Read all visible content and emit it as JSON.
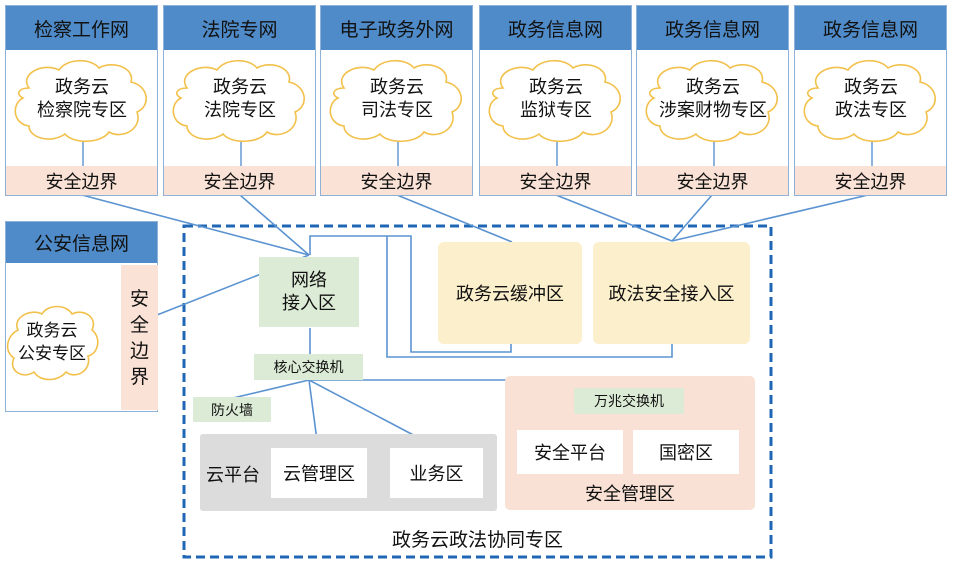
{
  "networks": [
    {
      "title": "检察工作网",
      "cloud_line1": "政务云",
      "cloud_line2": "检察院专区",
      "boundary": "安全边界"
    },
    {
      "title": "法院专网",
      "cloud_line1": "政务云",
      "cloud_line2": "法院专区",
      "boundary": "安全边界"
    },
    {
      "title": "电子政务外网",
      "cloud_line1": "政务云",
      "cloud_line2": "司法专区",
      "boundary": "安全边界"
    },
    {
      "title": "政务信息网",
      "cloud_line1": "政务云",
      "cloud_line2": "监狱专区",
      "boundary": "安全边界"
    },
    {
      "title": "政务信息网",
      "cloud_line1": "政务云",
      "cloud_line2": "涉案财物专区",
      "boundary": "安全边界"
    },
    {
      "title": "政务信息网",
      "cloud_line1": "政务云",
      "cloud_line2": "政法专区",
      "boundary": "安全边界"
    }
  ],
  "police_network": {
    "title": "公安信息网",
    "cloud_line1": "政务云",
    "cloud_line2": "公安专区",
    "boundary": [
      "安",
      "全",
      "边",
      "界"
    ]
  },
  "zone": {
    "title": "政务云政法协同专区",
    "network_access": [
      "网络",
      "接入区"
    ],
    "core_switch": "核心交换机",
    "firewall": "防火墙",
    "buffer_zone": "政务云缓冲区",
    "legal_access": "政法安全接入区",
    "cloud_platform": {
      "label": "云平台",
      "mgmt": "云管理区",
      "business": "业务区"
    },
    "security_mgmt": {
      "label": "安全管理区",
      "switch": "万兆交换机",
      "platform": "安全平台",
      "crypto": "国密区"
    }
  },
  "colors": {
    "header_blue": "#4f8bc8",
    "boundary_pink": "#fae3d6",
    "green": "#dcebd6",
    "yellow": "#fcefcb",
    "gray": "#dcdcdc",
    "line_blue": "#5b93d1",
    "dash_blue": "#1f67b5",
    "cloud_yellow": "#f2c14c"
  }
}
